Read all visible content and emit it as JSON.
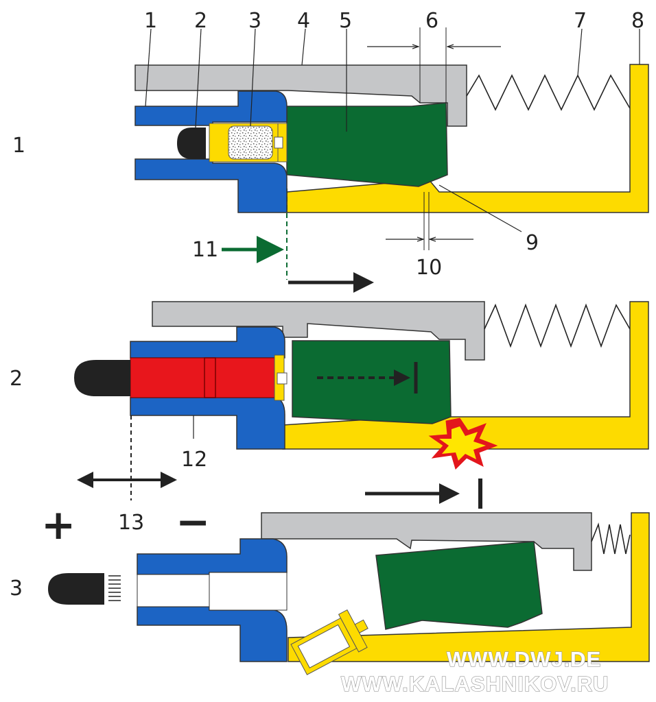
{
  "rows": [
    {
      "label": "1"
    },
    {
      "label": "2"
    },
    {
      "label": "3"
    }
  ],
  "callouts": [
    "1",
    "2",
    "3",
    "4",
    "5",
    "6",
    "7",
    "8",
    "9",
    "10",
    "11",
    "12",
    "13"
  ],
  "signs": {
    "plus": "+",
    "minus": "−"
  },
  "watermark": [
    "WWW.DWJ.DE",
    "WWW.KALASHNIKOV.RU"
  ],
  "colors": {
    "blue": "#1c64c4",
    "gray": "#c5c6c8",
    "green": "#0b6b32",
    "yellow": "#fddb00",
    "red": "#e8161c",
    "black": "#222222",
    "flash_outer": "#e3161c",
    "flash_inner": "#ffe600"
  }
}
